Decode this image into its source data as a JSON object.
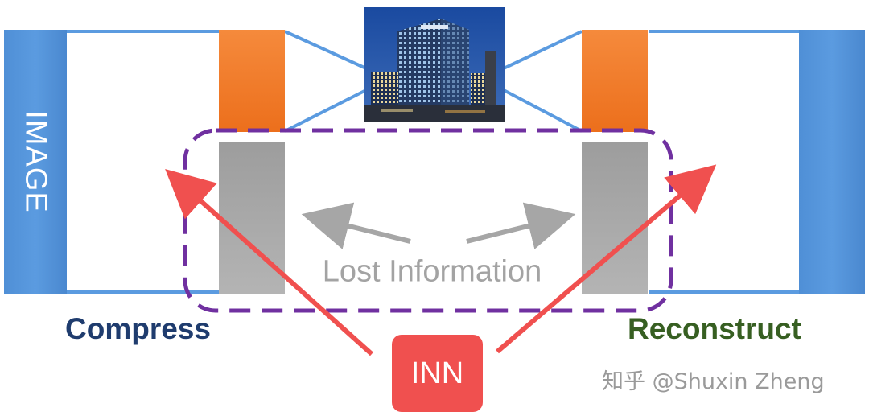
{
  "diagram": {
    "image_label": "IMAGE",
    "lost_information_label": "Lost Information",
    "compress_label": "Compress",
    "reconstruct_label": "Reconstruct",
    "inn_label": "INN",
    "watermark": "知乎 @Shuxin Zheng",
    "colors": {
      "image_bar": "#5b9be0",
      "latent_block": "#ec6f1c",
      "lost_block": "#a9a9a9",
      "dashed_border": "#7030a0",
      "arrow_red": "#f0504f",
      "arrow_gray": "#a6a6a6",
      "compress_text": "#1f3c6e",
      "reconstruct_text": "#375f22"
    }
  }
}
